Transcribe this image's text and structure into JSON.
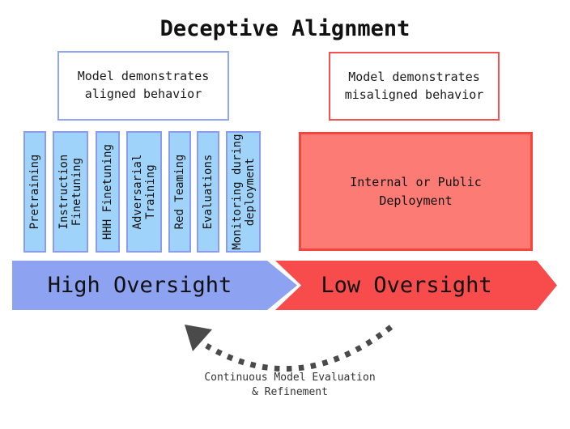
{
  "title": "Deceptive Alignment",
  "behavior_boxes": {
    "aligned": {
      "line1": "Model demonstrates",
      "line2": "aligned behavior"
    },
    "misaligned": {
      "line1": "Model demonstrates",
      "line2": "misaligned behavior"
    }
  },
  "oversight_stages": [
    {
      "label": "Pretraining"
    },
    {
      "label": "Instruction Finetuning"
    },
    {
      "label": "HHH Finetuning"
    },
    {
      "label": "Adversarial Training"
    },
    {
      "label": "Red Teaming"
    },
    {
      "label": "Evaluations"
    },
    {
      "label": "Monitoring during deployment"
    }
  ],
  "deployment_box": {
    "line1": "Internal or Public",
    "line2": "Deployment"
  },
  "oversight_arrows": {
    "high_label": "High Oversight",
    "low_label": "Low Oversight"
  },
  "feedback_loop": {
    "line1": "Continuous Model Evaluation",
    "line2": "& Refinement"
  },
  "colors": {
    "stage_bar_fill": "#9fd3fa",
    "stage_bar_border": "#8b9cf0",
    "aligned_box_border": "#8ea6f4",
    "misaligned_box_border": "#f75050",
    "deployment_fill": "#fc7b74",
    "deployment_border": "#f9433d",
    "high_oversight_arrow": "#8ea2f2",
    "low_oversight_arrow": "#f74c4b",
    "feedback_arrow": "#4a4a4a"
  }
}
